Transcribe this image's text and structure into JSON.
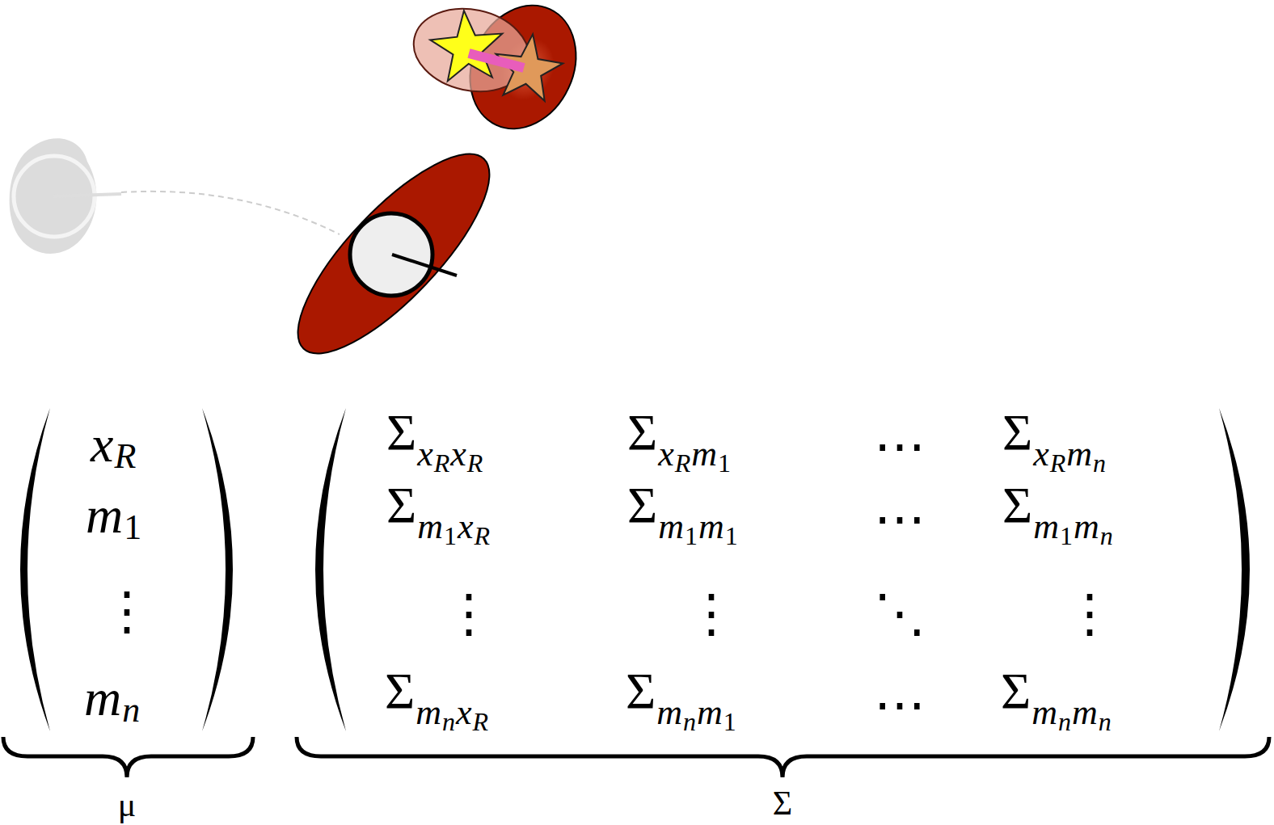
{
  "diagram": {
    "labels": [
      "x",
      "R",
      "m",
      "1",
      "⋮",
      "m",
      "n",
      "Σ",
      "x",
      "R",
      "x",
      "R",
      "Σ",
      "x",
      "R",
      "m",
      "1",
      "⋯",
      "Σ",
      "x",
      "R",
      "m",
      "n",
      "Σ",
      "m",
      "1",
      "x",
      "R",
      "Σ",
      "m",
      "1",
      "m",
      "1",
      "⋯",
      "Σ",
      "m",
      "1",
      "m",
      "n",
      "⋮",
      "⋮",
      "⋱",
      "⋮",
      "Σ",
      "m",
      "n",
      "x",
      "R",
      "Σ",
      "m",
      "n",
      "m",
      "1",
      "⋯",
      "Σ",
      "m",
      "n",
      "m",
      "n",
      "μ",
      "Σ"
    ]
  }
}
